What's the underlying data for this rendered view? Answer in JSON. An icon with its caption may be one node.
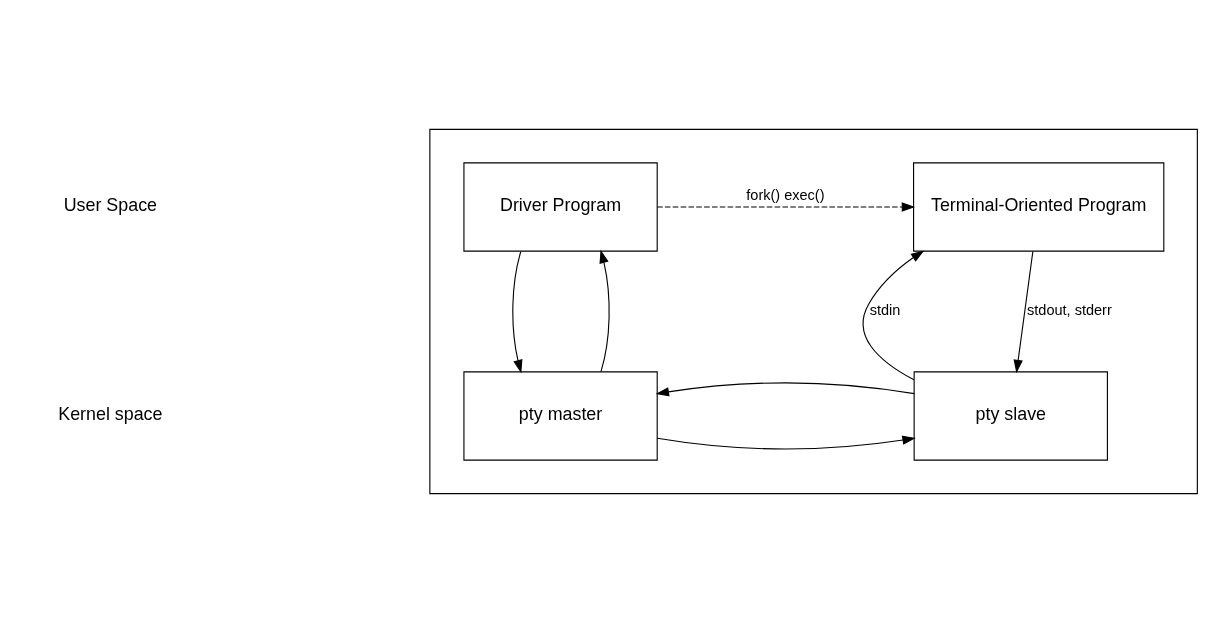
{
  "diagram": {
    "nodes": [
      {
        "text": [],
        "shape": "box"
      },
      {
        "text": [
          "Driver Program"
        ],
        "in": 0
      },
      {
        "text": [
          "Terminal-Oriented Program"
        ],
        "in": 0
      },
      {
        "text": [
          "pty master"
        ],
        "in": 0
      },
      {
        "text": [
          "pty slave"
        ],
        "in": 0
      }
    ],
    "edges": [
      {
        "from": 1,
        "to": 2,
        "arrow": "to",
        "style": "dashed",
        "label": "fork() exec()"
      },
      {
        "from": 3,
        "to": 1,
        "arrow": "to"
      },
      {
        "from": 1,
        "to": 3,
        "arrow": "to"
      },
      {
        "from": 4,
        "to": 2,
        "arrow": "to",
        "label": "stdin"
      },
      {
        "from": 2,
        "to": 4,
        "arrow": "to",
        "label": "stdout, stderr"
      },
      {
        "from": 3,
        "to": 4,
        "arrow": "to"
      },
      {
        "from": 4,
        "to": 3,
        "arrow": "to"
      }
    ],
    "labels": [
      "User Space",
      "Kernel space"
    ]
  }
}
